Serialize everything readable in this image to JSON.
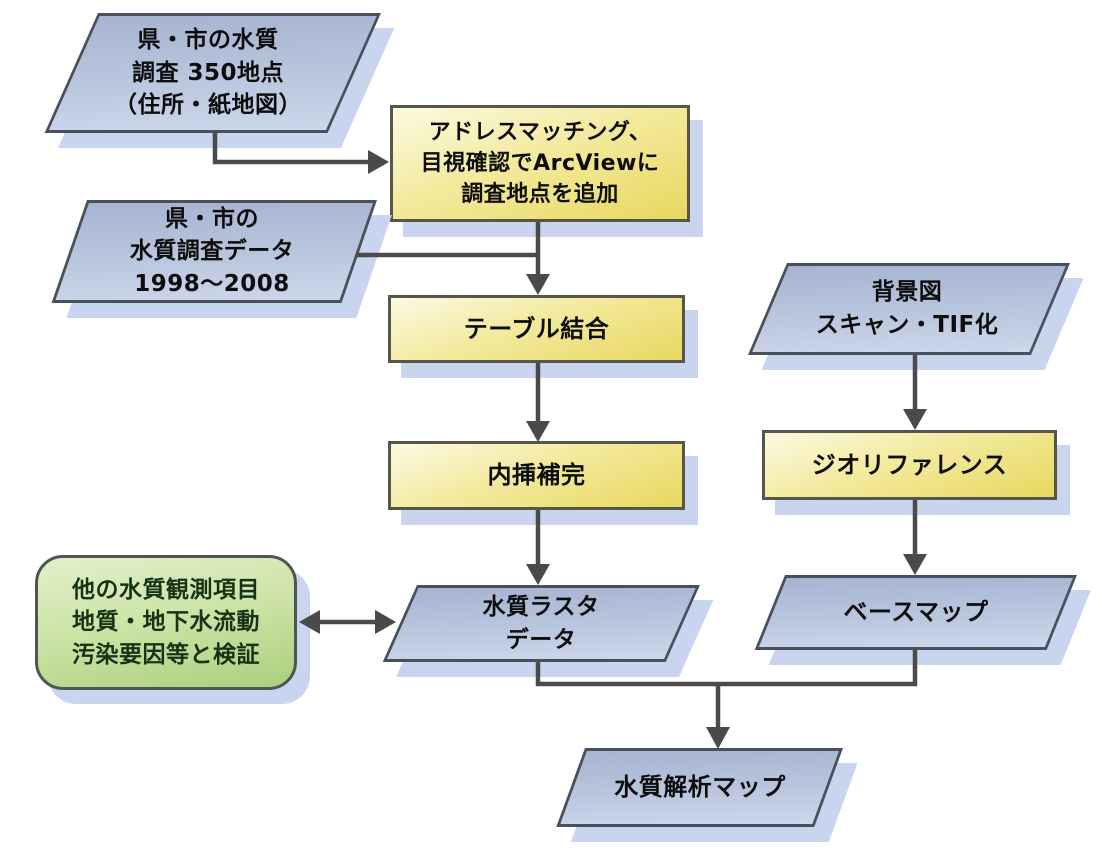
{
  "diagram": {
    "type": "flowchart",
    "language": "ja",
    "nodes": {
      "survey_points": {
        "shape": "parallelogram",
        "lines": [
          "県・市の水質",
          "調査 350地点",
          "（住所・紙地図）"
        ]
      },
      "address_matching": {
        "shape": "process",
        "lines": [
          "アドレスマッチング、",
          "目視確認でArcViewに",
          "調査地点を追加"
        ]
      },
      "survey_data": {
        "shape": "parallelogram",
        "lines": [
          "県・市の",
          "水質調査データ",
          "1998～2008"
        ]
      },
      "table_join": {
        "shape": "process",
        "lines": [
          "テーブル結合"
        ]
      },
      "interpolation": {
        "shape": "process",
        "lines": [
          "内挿補完"
        ]
      },
      "background_map": {
        "shape": "parallelogram",
        "lines": [
          "背景図",
          "スキャン・TIF化"
        ]
      },
      "georeference": {
        "shape": "process",
        "lines": [
          "ジオリファレンス"
        ]
      },
      "base_map": {
        "shape": "parallelogram",
        "lines": [
          "ベースマップ"
        ]
      },
      "validation_note": {
        "shape": "rounded-rect",
        "lines": [
          "他の水質観測項目",
          "地質・地下水流動",
          "汚染要因等と検証"
        ]
      },
      "raster_data": {
        "shape": "parallelogram",
        "lines": [
          "水質ラスタ",
          "データ"
        ]
      },
      "analysis_map": {
        "shape": "parallelogram",
        "lines": [
          "水質解析マップ"
        ]
      }
    },
    "edges": [
      {
        "from": "survey_points",
        "to": "address_matching",
        "style": "arrow"
      },
      {
        "from": "survey_data",
        "to": "table_join",
        "style": "line-join"
      },
      {
        "from": "address_matching",
        "to": "table_join",
        "style": "arrow"
      },
      {
        "from": "table_join",
        "to": "interpolation",
        "style": "arrow"
      },
      {
        "from": "interpolation",
        "to": "raster_data",
        "style": "arrow"
      },
      {
        "from": "background_map",
        "to": "georeference",
        "style": "arrow"
      },
      {
        "from": "georeference",
        "to": "base_map",
        "style": "arrow"
      },
      {
        "from": "validation_note",
        "to": "raster_data",
        "style": "double-arrow"
      },
      {
        "from": "raster_data",
        "to": "analysis_map",
        "style": "arrow-merge"
      },
      {
        "from": "base_map",
        "to": "analysis_map",
        "style": "arrow-merge"
      }
    ],
    "colors": {
      "data_fill_top": "#a6b4d2",
      "data_fill_bottom": "#ccd7ea",
      "process_fill_top": "#fcfae2",
      "process_fill_bottom": "#e8d85e",
      "note_fill_top": "#e3f0cb",
      "note_fill_bottom": "#abd07d",
      "shadow": "#c9d4ee",
      "border": "#4a4f5a",
      "arrow": "#4a4a4a",
      "text": "#0d0d0d",
      "background": "#ffffff"
    }
  }
}
